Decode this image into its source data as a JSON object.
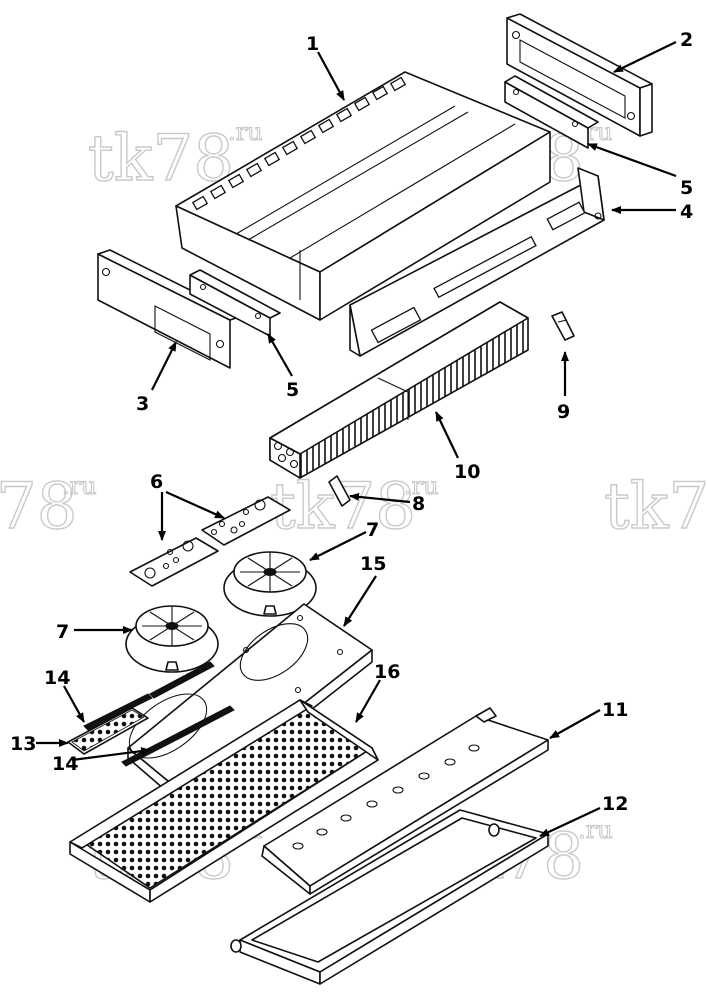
{
  "watermark": {
    "main": "tk78",
    "suffix": ".ru",
    "edge_left": "78",
    "edge_right": "tk7"
  },
  "callouts": {
    "c1": "1",
    "c2": "2",
    "c3": "3",
    "c4": "4",
    "c5a": "5",
    "c5b": "5",
    "c6": "6",
    "c7a": "7",
    "c7b": "7",
    "c8": "8",
    "c9": "9",
    "c10": "10",
    "c11": "11",
    "c12": "12",
    "c13": "13",
    "c14a": "14",
    "c14b": "14",
    "c15": "15",
    "c16": "16"
  },
  "colors": {
    "line": "#111111",
    "watermark": "#c9c9c9",
    "background": "#ffffff"
  }
}
